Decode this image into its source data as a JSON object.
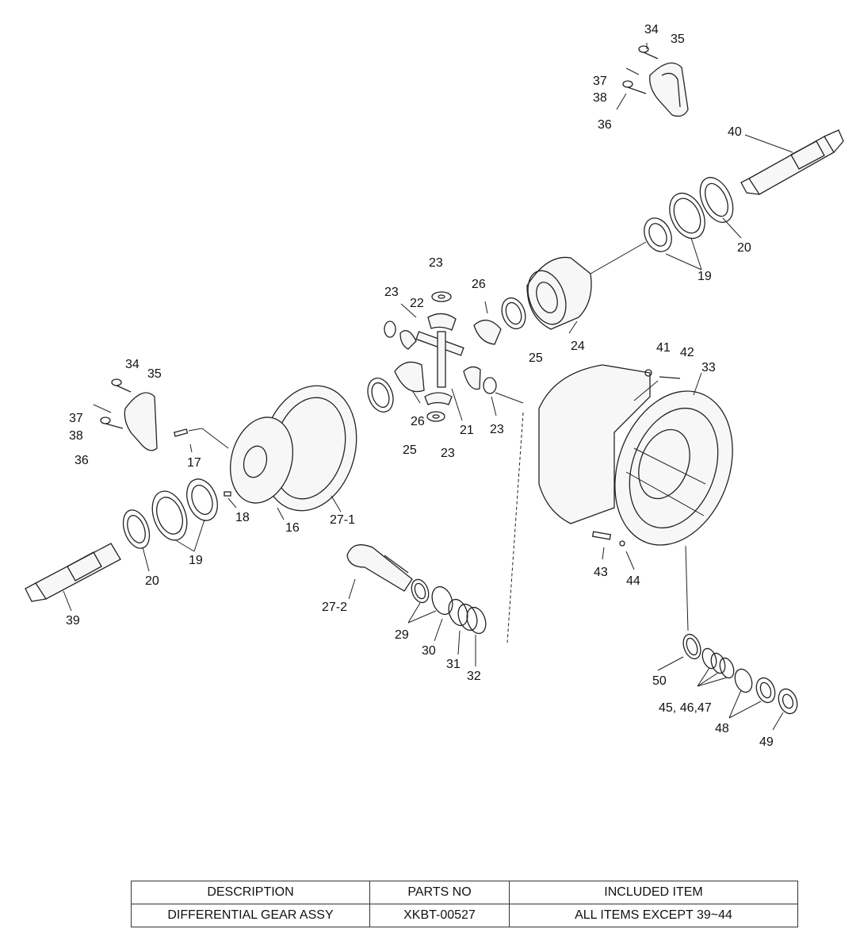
{
  "callouts": {
    "c34a": "34",
    "c35a": "35",
    "c37a": "37",
    "c38a": "38",
    "c36a": "36",
    "c40": "40",
    "c20a": "20",
    "c19a": "19",
    "c23a": "23",
    "c23b": "23",
    "c22": "22",
    "c26a": "26",
    "c24": "24",
    "c25a": "25",
    "c41": "41",
    "c42": "42",
    "c33": "33",
    "c26b": "26",
    "c21": "21",
    "c23c": "23",
    "c23d": "23",
    "c25b": "25",
    "c34b": "34",
    "c35b": "35",
    "c37b": "37",
    "c38b": "38",
    "c36b": "36",
    "c17": "17",
    "c18": "18",
    "c16": "16",
    "c271": "27-1",
    "c19b": "19",
    "c20b": "20",
    "c39": "39",
    "c272": "27-2",
    "c29": "29",
    "c30": "30",
    "c31": "31",
    "c32": "32",
    "c43": "43",
    "c44": "44",
    "c50": "50",
    "c454647": "45, 46,47",
    "c48": "48",
    "c49": "49"
  },
  "table": {
    "headers": [
      "DESCRIPTION",
      "PARTS NO",
      "INCLUDED ITEM"
    ],
    "row": [
      "DIFFERENTIAL GEAR ASSY",
      "XKBT-00527",
      "ALL ITEMS EXCEPT 39~44"
    ]
  }
}
